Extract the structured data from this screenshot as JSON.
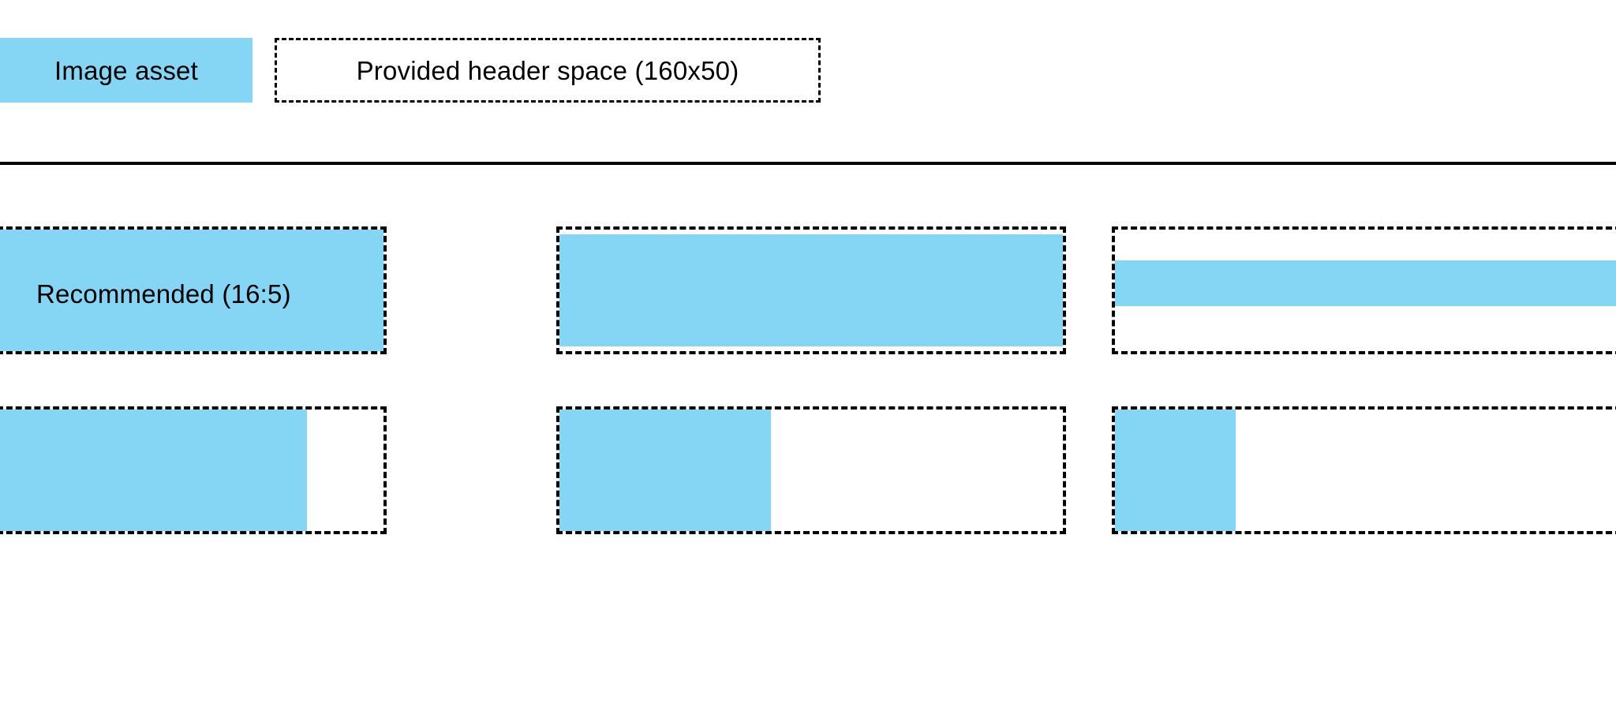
{
  "legend": {
    "swatch_label": "Image asset",
    "swatch_color": "#85d6f5",
    "space_label": "Provided header space (160x50)",
    "space_border_color": "#000000"
  },
  "divider": {
    "color": "#000000"
  },
  "grid": {
    "recommended_label": "Recommended (16:5)",
    "rows": [
      {
        "row_index": 0,
        "cells": [
          {
            "name": "recommended-16-5",
            "label": "Recommended (16:5)",
            "fill_left_pct": 0,
            "fill_top_pct": 0,
            "fill_width_pct": 100,
            "fill_height_pct": 100
          },
          {
            "name": "full-bleed-wide",
            "label": "",
            "fill_left_pct": 0,
            "fill_top_pct": 4,
            "fill_width_pct": 100,
            "fill_height_pct": 92
          },
          {
            "name": "short-band-wide",
            "label": "",
            "fill_left_pct": 0,
            "fill_top_pct": 25,
            "fill_width_pct": 100,
            "fill_height_pct": 38
          }
        ]
      },
      {
        "row_index": 1,
        "cells": [
          {
            "name": "partial-width-large",
            "label": "",
            "fill_left_pct": 0,
            "fill_top_pct": 0,
            "fill_width_pct": 80,
            "fill_height_pct": 100
          },
          {
            "name": "partial-width-medium",
            "label": "",
            "fill_left_pct": 0,
            "fill_top_pct": 0,
            "fill_width_pct": 42,
            "fill_height_pct": 100
          },
          {
            "name": "partial-width-small",
            "label": "",
            "fill_left_pct": 0,
            "fill_top_pct": 0,
            "fill_width_pct": 24,
            "fill_height_pct": 100
          }
        ]
      }
    ]
  }
}
